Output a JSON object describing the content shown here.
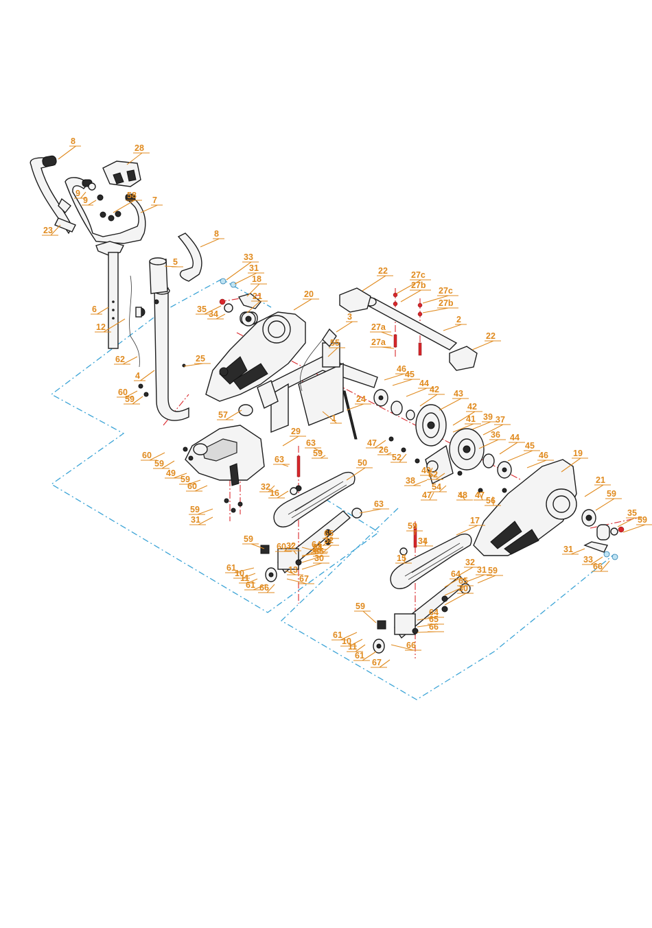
{
  "callouts": [
    "8",
    "28",
    "9",
    "9",
    "58",
    "7",
    "23",
    "8",
    "6",
    "5",
    "33",
    "31",
    "18",
    "35",
    "34",
    "21",
    "20",
    "22",
    "27c",
    "27b",
    "27c",
    "27b",
    "27a",
    "2",
    "12",
    "3",
    "27a",
    "22",
    "62",
    "55",
    "25",
    "4",
    "46",
    "45",
    "44",
    "42",
    "43",
    "60",
    "59",
    "57",
    "24",
    "1",
    "42",
    "41",
    "39",
    "37",
    "29",
    "63",
    "59",
    "47",
    "26",
    "36",
    "44",
    "45",
    "46",
    "19",
    "60",
    "59",
    "63",
    "52",
    "40",
    "52",
    "38",
    "54",
    "49",
    "59",
    "60",
    "59",
    "31",
    "32",
    "16",
    "50",
    "47",
    "48",
    "47",
    "56",
    "21",
    "59",
    "60",
    "14",
    "32",
    "63",
    "59",
    "34",
    "35",
    "59",
    "64",
    "65",
    "30",
    "59",
    "64",
    "65",
    "32",
    "15",
    "17",
    "31",
    "33",
    "66",
    "61",
    "10",
    "11",
    "61",
    "66",
    "67",
    "13",
    "32",
    "31",
    "59",
    "64",
    "65",
    "30",
    "59",
    "64",
    "65",
    "66",
    "61",
    "10",
    "11",
    "61",
    "67",
    "66"
  ]
}
